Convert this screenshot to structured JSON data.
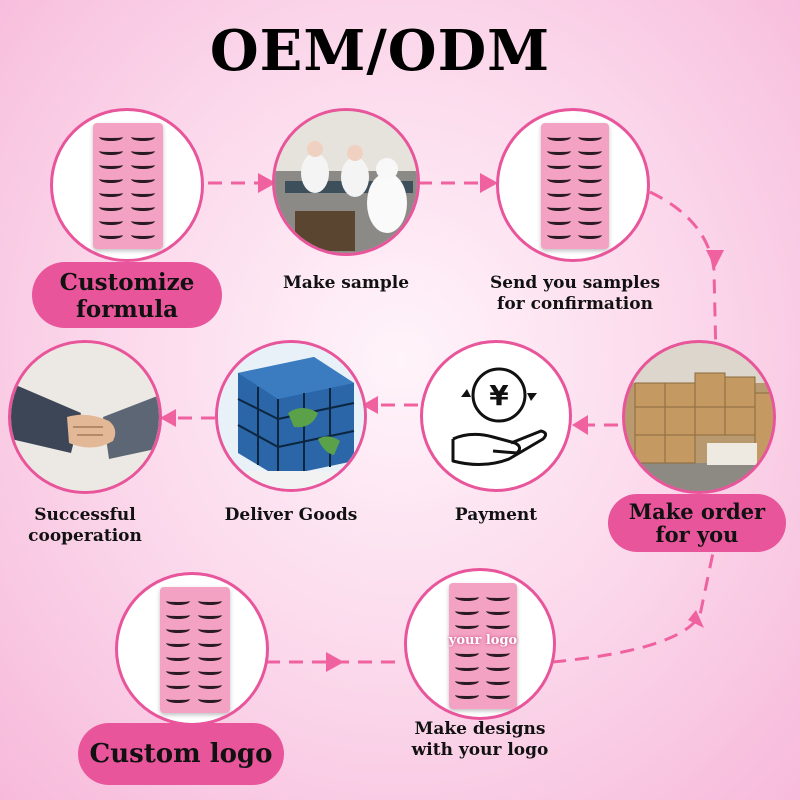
{
  "title": "OEM/ODM",
  "steps": {
    "customize": {
      "label": "Customize formula"
    },
    "make_sample": {
      "label": "Make sample"
    },
    "send_samples": {
      "label_line1": "Send you samples",
      "label_line2": "for confirmation"
    },
    "make_order": {
      "label_line1": "Make order",
      "label_line2": "for you"
    },
    "payment": {
      "label": "Payment",
      "currency_symbol": "¥"
    },
    "deliver": {
      "label": "Deliver Goods"
    },
    "success": {
      "label_line1": "Successful",
      "label_line2": "cooperation"
    },
    "custom_logo": {
      "label": "Custom logo"
    },
    "make_designs": {
      "label_line1": "Make designs",
      "label_line2": "with your logo",
      "tray_text": "your logo"
    }
  },
  "customize_line1": "Customize",
  "customize_line2": "formula",
  "colors": {
    "accent": "#e8559b",
    "pill": "#e8559b",
    "tray": "#f4a2c4",
    "background": "#fbd6ea"
  },
  "icons": [
    "eyelash-tray-icon",
    "factory-photo",
    "warehouse-boxes-photo",
    "payment-yen-icon",
    "globe-cube-photo",
    "handshake-photo"
  ]
}
